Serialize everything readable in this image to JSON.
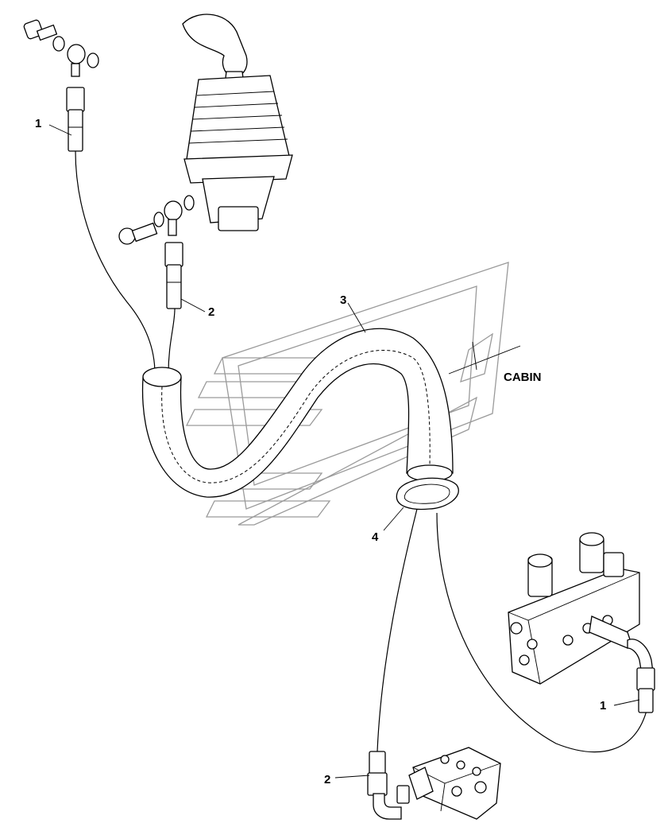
{
  "labels": {
    "item1_top": "1",
    "item2_top": "2",
    "item3": "3",
    "item4": "4",
    "cabin": "CABIN",
    "item1_bottom": "1",
    "item2_bottom": "2"
  }
}
